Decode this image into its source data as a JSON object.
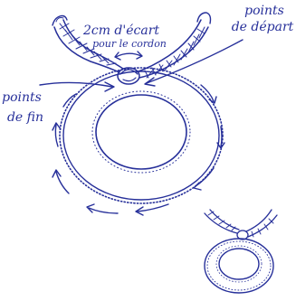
{
  "labels": {
    "spacing_line1": "2cm d'écart",
    "spacing_line2": "pour le cordon",
    "start_line1": "points",
    "start_line2": "de départ",
    "end_line1": "points",
    "end_line2": "de fin"
  },
  "colors": {
    "ink": "#27309a",
    "background": "#ffffff"
  }
}
